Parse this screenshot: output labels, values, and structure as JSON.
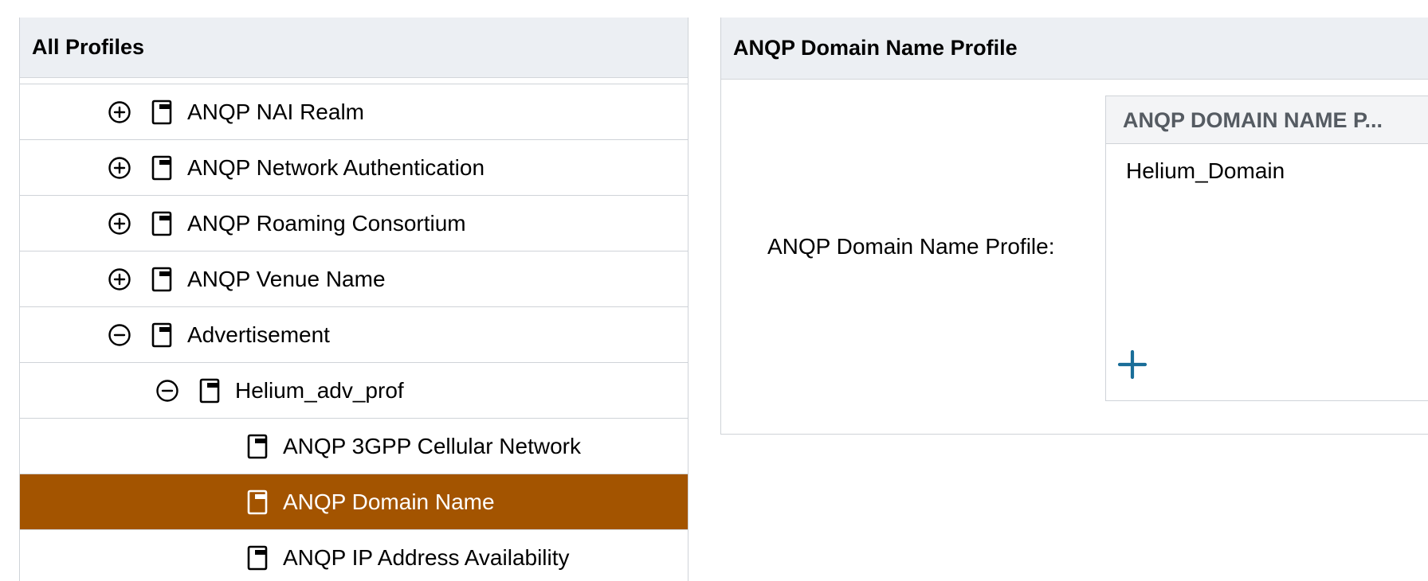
{
  "left_panel": {
    "title": "All Profiles",
    "rows": [
      {
        "label": "ANQP NAI Realm",
        "toggle": "plus-circle-icon",
        "level": 0,
        "selected": false
      },
      {
        "label": "ANQP Network Authentication",
        "toggle": "plus-circle-icon",
        "level": 0,
        "selected": false
      },
      {
        "label": "ANQP Roaming Consortium",
        "toggle": "plus-circle-icon",
        "level": 0,
        "selected": false
      },
      {
        "label": "ANQP Venue Name",
        "toggle": "plus-circle-icon",
        "level": 0,
        "selected": false
      },
      {
        "label": "Advertisement",
        "toggle": "minus-circle-icon",
        "level": 0,
        "selected": false
      },
      {
        "label": "Helium_adv_prof",
        "toggle": "minus-circle-icon",
        "level": 1,
        "selected": false
      },
      {
        "label": "ANQP 3GPP Cellular Network",
        "toggle": null,
        "level": 2,
        "selected": false
      },
      {
        "label": "ANQP Domain Name",
        "toggle": null,
        "level": 2,
        "selected": true
      },
      {
        "label": "ANQP IP Address Availability",
        "toggle": null,
        "level": 2,
        "selected": false
      }
    ]
  },
  "right_panel": {
    "title": "ANQP Domain Name Profile",
    "field_label": "ANQP Domain Name Profile:",
    "list": {
      "header": "ANQP DOMAIN NAME P...",
      "items": [
        "Helium_Domain"
      ],
      "add_icon": "plus-icon"
    }
  },
  "colors": {
    "selected_row_bg": "#a35400",
    "header_bg": "#eceff3",
    "accent_blue": "#1a6e99",
    "border": "#cfd3d8"
  }
}
